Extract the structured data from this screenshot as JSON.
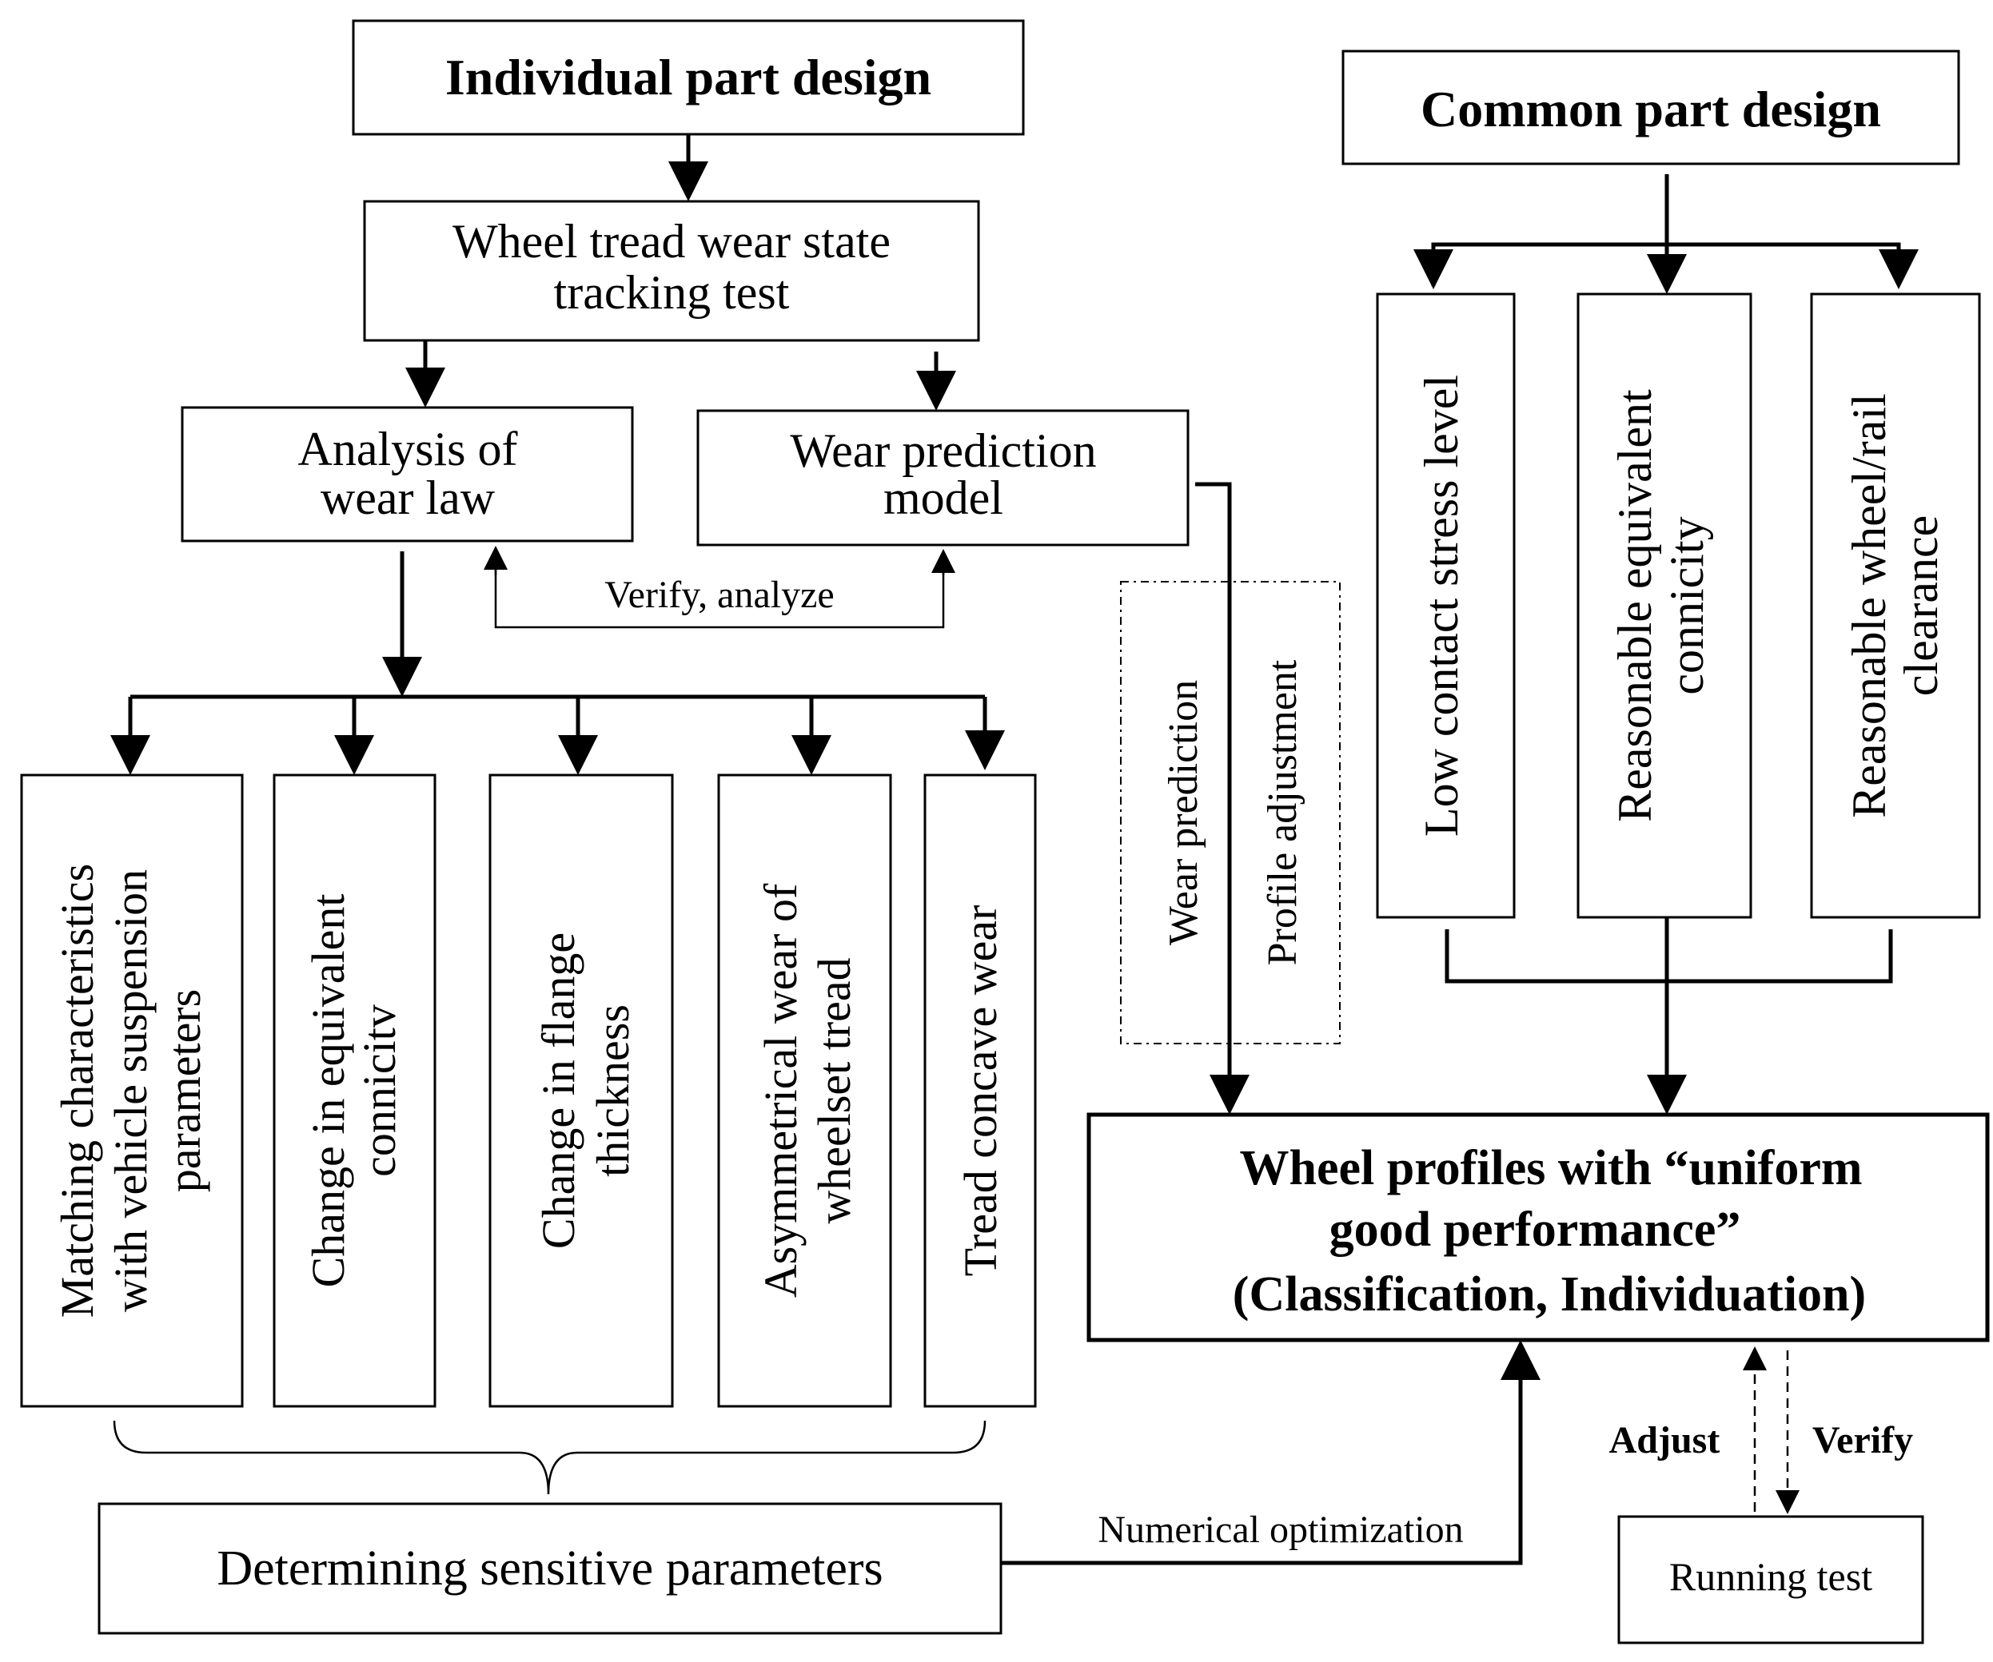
{
  "nodes": {
    "individual": "Individual part design",
    "common": "Common part design",
    "tracking": [
      "Wheel tread wear state",
      "tracking test"
    ],
    "analysis": [
      "Analysis of",
      "wear law"
    ],
    "model": [
      "Wear prediction",
      "model"
    ],
    "matching": [
      "Matching characteristics",
      "with vehicle suspension",
      "parameters"
    ],
    "conicity_change": [
      "Change in equivalent",
      "connicitv"
    ],
    "flange": [
      "Change in flange",
      "thickness"
    ],
    "asym": [
      "Asymmetrical wear of",
      "wheelset tread"
    ],
    "concave": "Tread concave wear",
    "low_stress": "Low contact stress level",
    "reason_conicity": [
      "Reasonable equivalent",
      "connicity"
    ],
    "reason_clearance": [
      "Reasonable wheel/rail",
      "clearance"
    ],
    "wheel_profiles": [
      "Wheel profiles with “uniform",
      "good performance”",
      "(Classification, Individuation)"
    ],
    "sensitive": "Determining sensitive parameters",
    "running": "Running test"
  },
  "edge_labels": {
    "verify_analyze": "Verify, analyze",
    "wear_prediction": "Wear prediction",
    "profile_adjustment": "Profile adjustment",
    "numerical": "Numerical optimization",
    "adjust": "Adjust",
    "verify": "Verify"
  }
}
